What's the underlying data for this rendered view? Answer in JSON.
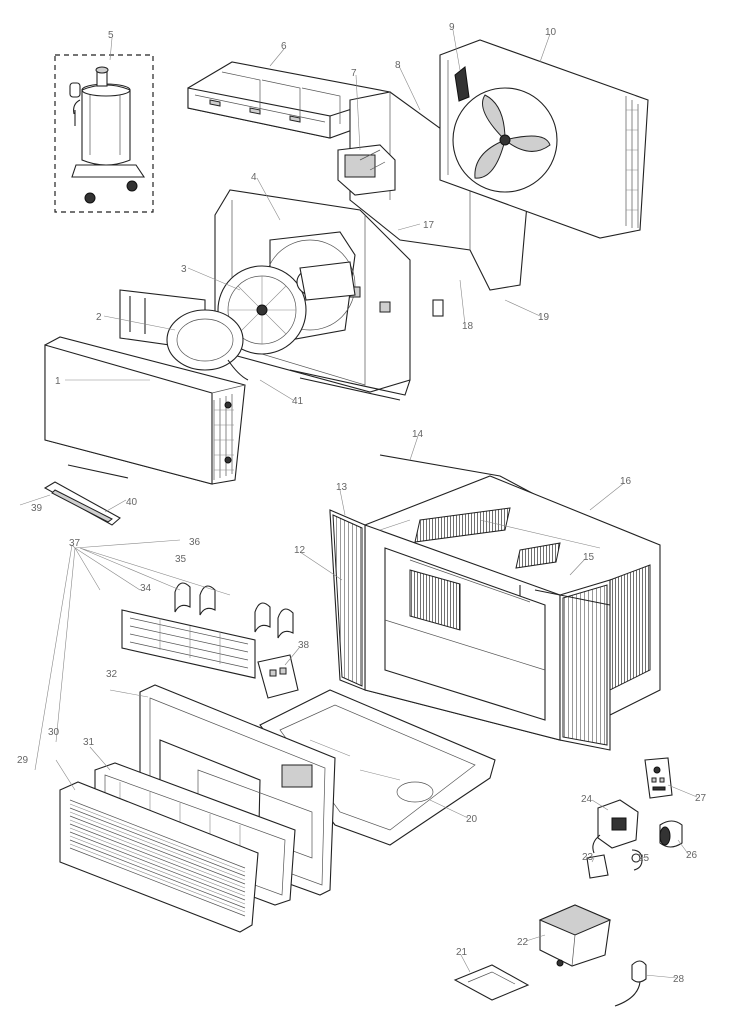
{
  "callouts": [
    {
      "n": "1"
    },
    {
      "n": "2"
    },
    {
      "n": "3"
    },
    {
      "n": "4"
    },
    {
      "n": "5"
    },
    {
      "n": "6"
    },
    {
      "n": "7"
    },
    {
      "n": "8"
    },
    {
      "n": "9"
    },
    {
      "n": "10"
    },
    {
      "n": "12"
    },
    {
      "n": "13"
    },
    {
      "n": "14"
    },
    {
      "n": "15"
    },
    {
      "n": "16"
    },
    {
      "n": "17"
    },
    {
      "n": "18"
    },
    {
      "n": "19"
    },
    {
      "n": "20"
    },
    {
      "n": "21"
    },
    {
      "n": "22"
    },
    {
      "n": "23"
    },
    {
      "n": "24"
    },
    {
      "n": "25"
    },
    {
      "n": "26"
    },
    {
      "n": "27"
    },
    {
      "n": "28"
    },
    {
      "n": "29"
    },
    {
      "n": "30"
    },
    {
      "n": "31"
    },
    {
      "n": "32"
    },
    {
      "n": "34"
    },
    {
      "n": "35"
    },
    {
      "n": "36"
    },
    {
      "n": "37"
    },
    {
      "n": "38"
    },
    {
      "n": "39"
    },
    {
      "n": "40"
    },
    {
      "n": "41"
    }
  ]
}
